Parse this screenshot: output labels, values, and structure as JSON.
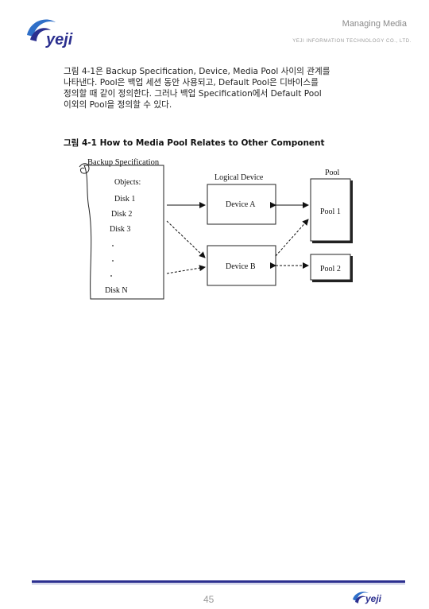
{
  "header": {
    "title": "Managing Media",
    "company": "YEJI INFORMATION TECHNOLOGY CO., LTD.",
    "logo_text": "yeji"
  },
  "body": {
    "lines": [
      "그림 4-1은 Backup Specification, Device, Media Pool 사이의 관계를",
      "나타낸다. Pool은 백업 세션 동안 사용되고, Default Pool은 디바이스를",
      "정의할 때 같이 정의한다. 그러나 백업 Specification에서 Default Pool",
      "이외의 Pool을 정의할 수 있다."
    ]
  },
  "figure": {
    "caption": "그림 4-1 How to Media Pool Relates to Other Component",
    "scroll_title": "Backup Specification",
    "objects_label": "Objects:",
    "objects": [
      "Disk 1",
      "Disk 2",
      "Disk 3",
      "Disk N"
    ],
    "logical_device_label": "Logical Device",
    "device_a": "Device A",
    "device_b": "Device B",
    "pool_label": "Pool",
    "pool_1": "Pool 1",
    "pool_2": "Pool 2"
  },
  "footer": {
    "page_number": "45",
    "logo_text": "yeji"
  },
  "colors": {
    "brand_blue": "#2b2f8f",
    "accent_blue": "#2f6fc8"
  }
}
